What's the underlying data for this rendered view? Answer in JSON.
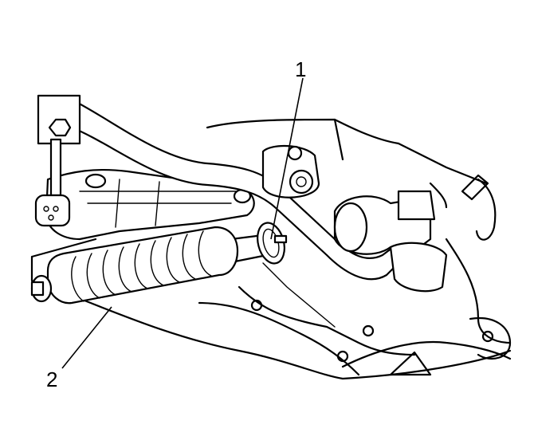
{
  "diagram": {
    "callouts": [
      {
        "id": "callout-1",
        "label": "1"
      },
      {
        "id": "callout-2",
        "label": "2"
      }
    ],
    "colors": {
      "line": "#000000",
      "background": "#ffffff"
    }
  }
}
